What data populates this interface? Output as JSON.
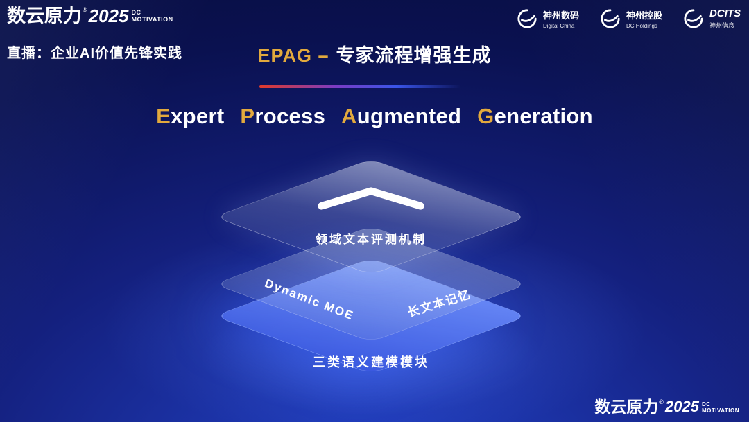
{
  "brand": {
    "wordmark": "数云原力",
    "reg": "®",
    "year": "2025",
    "sub_line1": "DC",
    "sub_line2": "MOTIVATION"
  },
  "header": {
    "live_label": "直播：企业AI价值先锋实践",
    "slide_title_gold": "EPAG –",
    "slide_title_cn": "专家流程增强生成",
    "partners": [
      {
        "name": "神州数码",
        "subtitle": "Digital China"
      },
      {
        "name": "神州控股",
        "subtitle": "DC Holdings"
      },
      {
        "name": "DCITS",
        "subtitle": "神州信息"
      }
    ]
  },
  "main": {
    "hero_title_words": [
      {
        "initial": "E",
        "rest": "xpert"
      },
      {
        "initial": "P",
        "rest": "rocess"
      },
      {
        "initial": "A",
        "rest": "ugmented"
      },
      {
        "initial": "G",
        "rest": "eneration"
      }
    ],
    "diagram": {
      "top_layer_label": "领域文本评测机制",
      "middle_layer_left_label": "Dynamic MOE",
      "middle_layer_right_label": "长文本记忆",
      "bottom_layer_label": "三类语义建模模块"
    }
  },
  "colors": {
    "accent_gold": "#e2a93d",
    "accent_red": "#e03a2a",
    "layer_blue": "#4a6ae4",
    "background_deep": "#060a30",
    "background_glow": "#2242c8"
  }
}
